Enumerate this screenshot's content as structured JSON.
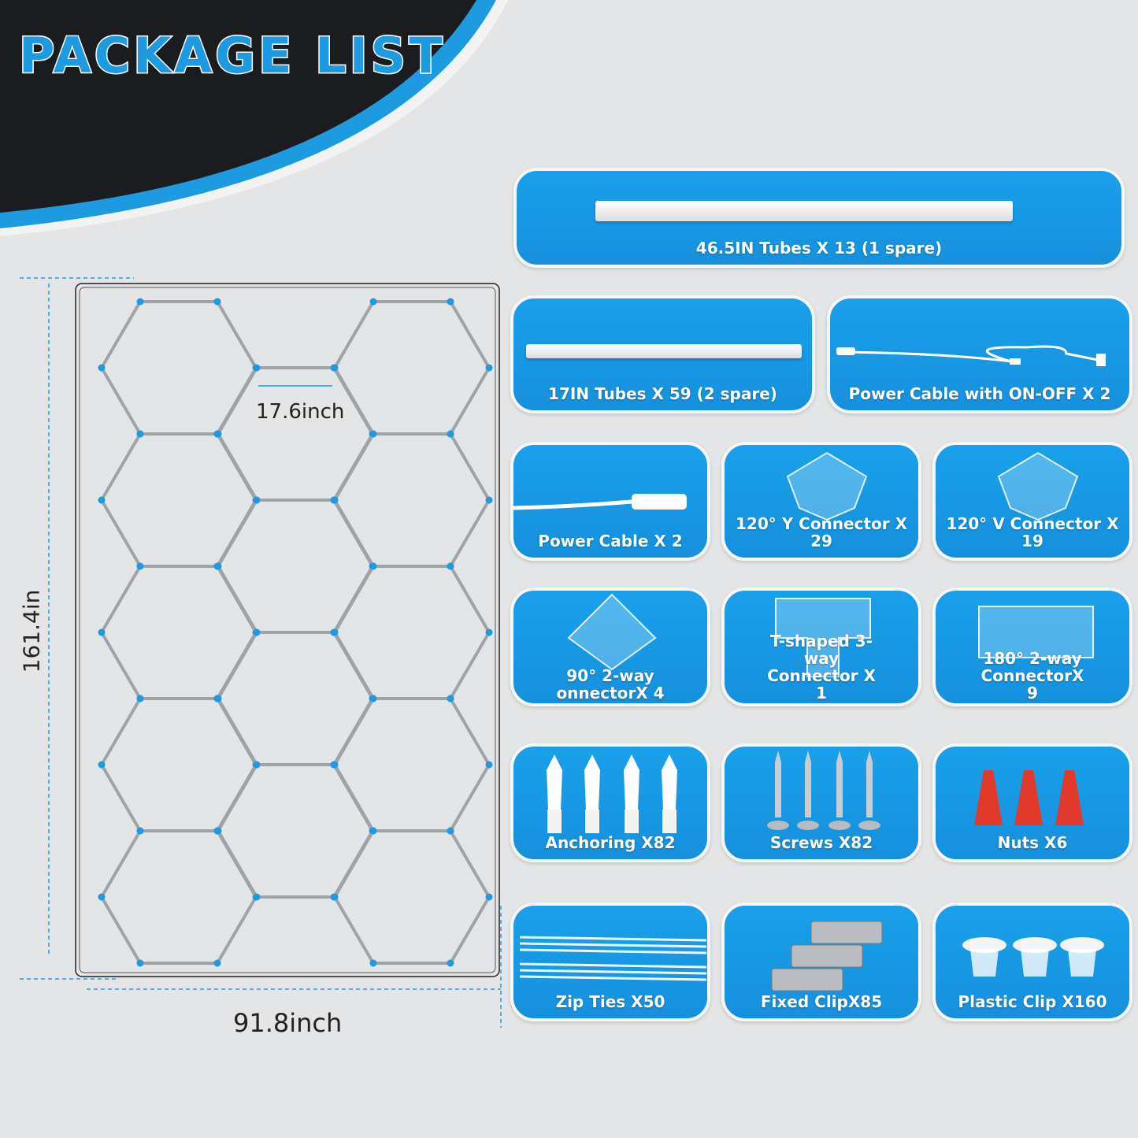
{
  "title": "PACKAGE LIST",
  "colors": {
    "accent": "#1e9be0",
    "dark": "#1b1c1f",
    "background": "#e4e5e6",
    "card": "#1896e2",
    "connector": "#1e9be0"
  },
  "diagram": {
    "hex_width_label": "17.6inch",
    "height_label": "161.4in",
    "width_label": "91.8inch",
    "columns": [
      5,
      4,
      5
    ]
  },
  "items": [
    {
      "label": "46.5IN Tubes X 13 (1 spare)",
      "icon": "long-tube"
    },
    {
      "label": "17IN Tubes X 59 (2 spare)",
      "icon": "short-tube"
    },
    {
      "label": "Power Cable with ON-OFF X 2",
      "icon": "switch-cable"
    },
    {
      "label": "Power Cable X 2",
      "icon": "power-cable"
    },
    {
      "label": "120° Y Connector  X 29",
      "icon": "y-connector"
    },
    {
      "label": "120° V Connector X 19",
      "icon": "v-connector"
    },
    {
      "label": "90° 2-way onnectorX 4",
      "icon": "90-connector"
    },
    {
      "label": "T-shaped 3-way Connector  X 1",
      "icon": "t-connector"
    },
    {
      "label": "180° 2-way ConnectorX 9",
      "icon": "180-connector"
    },
    {
      "label": "Anchoring X82",
      "icon": "anchor"
    },
    {
      "label": "Screws X82",
      "icon": "screw"
    },
    {
      "label": "Nuts  X6",
      "icon": "wire-nut"
    },
    {
      "label": "Zip Ties  X50",
      "icon": "zip-tie"
    },
    {
      "label": "Fixed ClipX85",
      "icon": "metal-clip"
    },
    {
      "label": "Plastic Clip X160",
      "icon": "plastic-clip"
    }
  ]
}
